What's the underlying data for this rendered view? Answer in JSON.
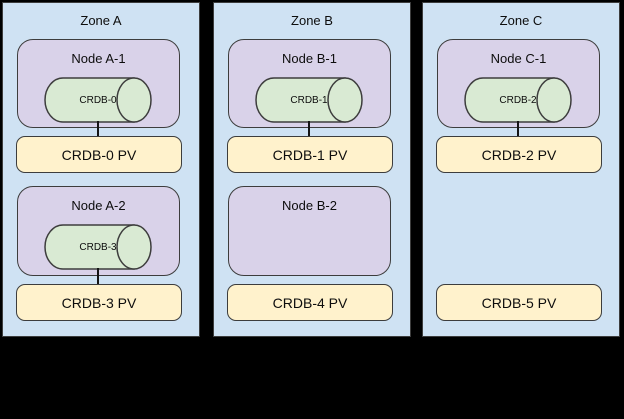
{
  "colors": {
    "background": "#000000",
    "zone_fill": "#cfe2f3",
    "node_fill": "#d9d2e9",
    "db_fill": "#d9ead3",
    "pv_fill": "#fff2cc",
    "border": "#3d3d3d",
    "text": "#0d0d0d"
  },
  "zones": [
    {
      "title": "Zone A",
      "rows": [
        {
          "node": {
            "title": "Node A-1",
            "db": "CRDB-0"
          },
          "pv": "CRDB-0 PV",
          "connected": true
        },
        {
          "node": {
            "title": "Node A-2",
            "db": "CRDB-3"
          },
          "pv": "CRDB-3 PV",
          "connected": true
        }
      ]
    },
    {
      "title": "Zone B",
      "rows": [
        {
          "node": {
            "title": "Node B-1",
            "db": "CRDB-1"
          },
          "pv": "CRDB-1 PV",
          "connected": true
        },
        {
          "node": {
            "title": "Node B-2",
            "db": null
          },
          "pv": "CRDB-4 PV",
          "connected": false
        }
      ]
    },
    {
      "title": "Zone C",
      "rows": [
        {
          "node": {
            "title": "Node C-1",
            "db": "CRDB-2"
          },
          "pv": "CRDB-2 PV",
          "connected": true
        },
        {
          "node": null,
          "pv": "CRDB-5 PV",
          "connected": false
        }
      ]
    }
  ]
}
